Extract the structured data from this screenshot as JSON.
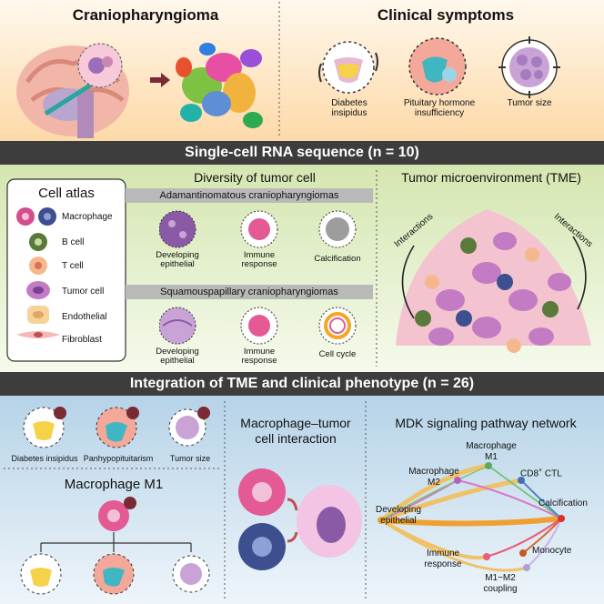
{
  "top": {
    "left_title": "Craniopharyngioma",
    "right_title": "Clinical symptoms",
    "symptoms": [
      "Diabetes insipidus",
      "Pituitary hormone insufficiency",
      "Tumor size"
    ]
  },
  "bar1": "Single-cell RNA sequence (n = 10)",
  "atlas": {
    "title": "Cell atlas",
    "items": [
      "Macrophage",
      "B cell",
      "T cell",
      "Tumor cell",
      "Endothelial",
      "Fibroblast"
    ]
  },
  "diversity": {
    "title": "Diversity of tumor cell",
    "acp_label": "Adamantinomatous craniopharyngiomas",
    "acp_items": [
      "Developing epithelial",
      "Immune response",
      "Calcification"
    ],
    "pcp_label": "Squamouspapillary craniopharyngiomas",
    "pcp_items": [
      "Developing epithelial",
      "Immune response",
      "Cell cycle"
    ]
  },
  "tme": {
    "title": "Tumor microenvironment (TME)",
    "left_label": "Interactions",
    "right_label": "Interactions"
  },
  "bar2": "Integration of TME and clinical phenotype (n = 26)",
  "integration": {
    "labels": [
      "Diabetes insipidus",
      "Panhypopituitarism",
      "Tumor size"
    ],
    "m1_title": "Macrophage  M1"
  },
  "interaction": {
    "title_line1": "Macrophage–tumor",
    "title_line2": "cell interaction"
  },
  "mdk": {
    "title": "MDK signaling pathway network",
    "nodes": {
      "m1_a": "Macrophage",
      "m1_b": "M1",
      "m2_a": "Macrophage",
      "m2_b": "M2",
      "cd8": "CD8",
      "cd8_sup": "+",
      "cd8_tail": " CTL",
      "calc": "Calcification",
      "dev_a": "Developing",
      "dev_b": "epithelial",
      "immune_a": "Immune",
      "immune_b": "response",
      "mono": "Monocyte",
      "coupling_a": "M1−M2",
      "coupling_b": "coupling"
    }
  },
  "colors": {
    "bar": "#3d3d3d",
    "top_panel": "#fde0b8",
    "mid_panel": "#d8eab8",
    "bottom_panel": "#bcd8ea",
    "arrow": "#7a2a33"
  }
}
